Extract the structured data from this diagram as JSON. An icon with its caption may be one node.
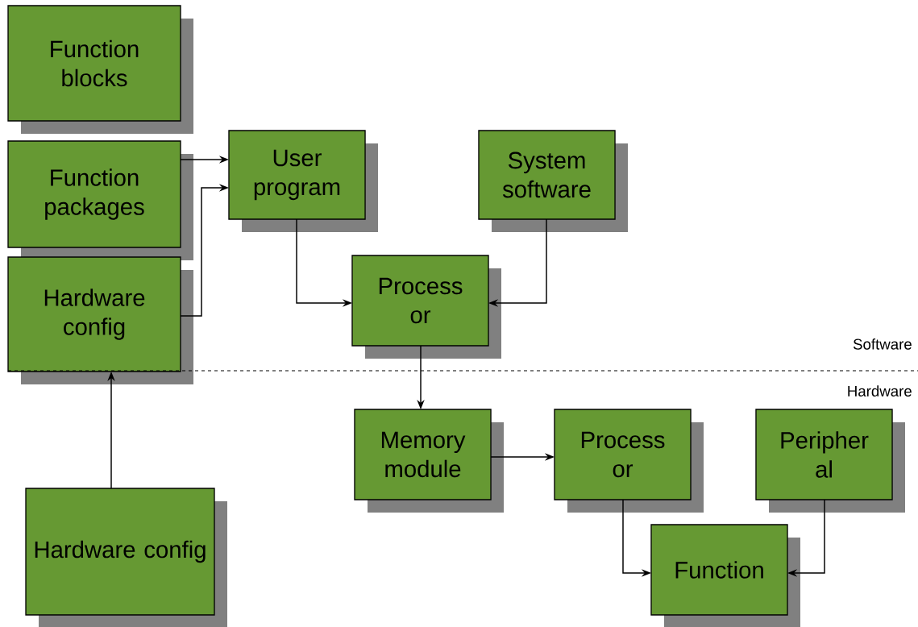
{
  "diagram": {
    "nodes": [
      {
        "text": [
          "Function blocks"
        ]
      },
      {
        "text": [
          "Function packages"
        ]
      },
      {
        "text": [
          "Hardware config"
        ]
      },
      {
        "text": [
          "User program"
        ]
      },
      {
        "text": [
          "System software"
        ]
      },
      {
        "text": [
          "Process or"
        ]
      },
      {
        "text": [
          "Memory module"
        ]
      },
      {
        "text": [
          "Process or"
        ]
      },
      {
        "text": [
          "Peripher al"
        ]
      },
      {
        "text": [
          "Function"
        ]
      },
      {
        "text": [
          "Hardware config"
        ]
      }
    ],
    "edges": [
      {
        "from": 1,
        "to": 3,
        "arrow": "to"
      },
      {
        "from": 2,
        "to": 3,
        "arrow": "to"
      },
      {
        "from": 3,
        "to": 5,
        "arrow": "to"
      },
      {
        "from": 4,
        "to": 5,
        "arrow": "to"
      },
      {
        "from": 5,
        "to": 6,
        "arrow": "to"
      },
      {
        "from": 10,
        "to": 2,
        "arrow": "to"
      },
      {
        "from": 6,
        "to": 7,
        "arrow": "to"
      },
      {
        "from": 7,
        "to": 9,
        "arrow": "to"
      },
      {
        "from": 8,
        "to": 9,
        "arrow": "to"
      }
    ],
    "labels": [
      "Software",
      "Hardware"
    ]
  }
}
